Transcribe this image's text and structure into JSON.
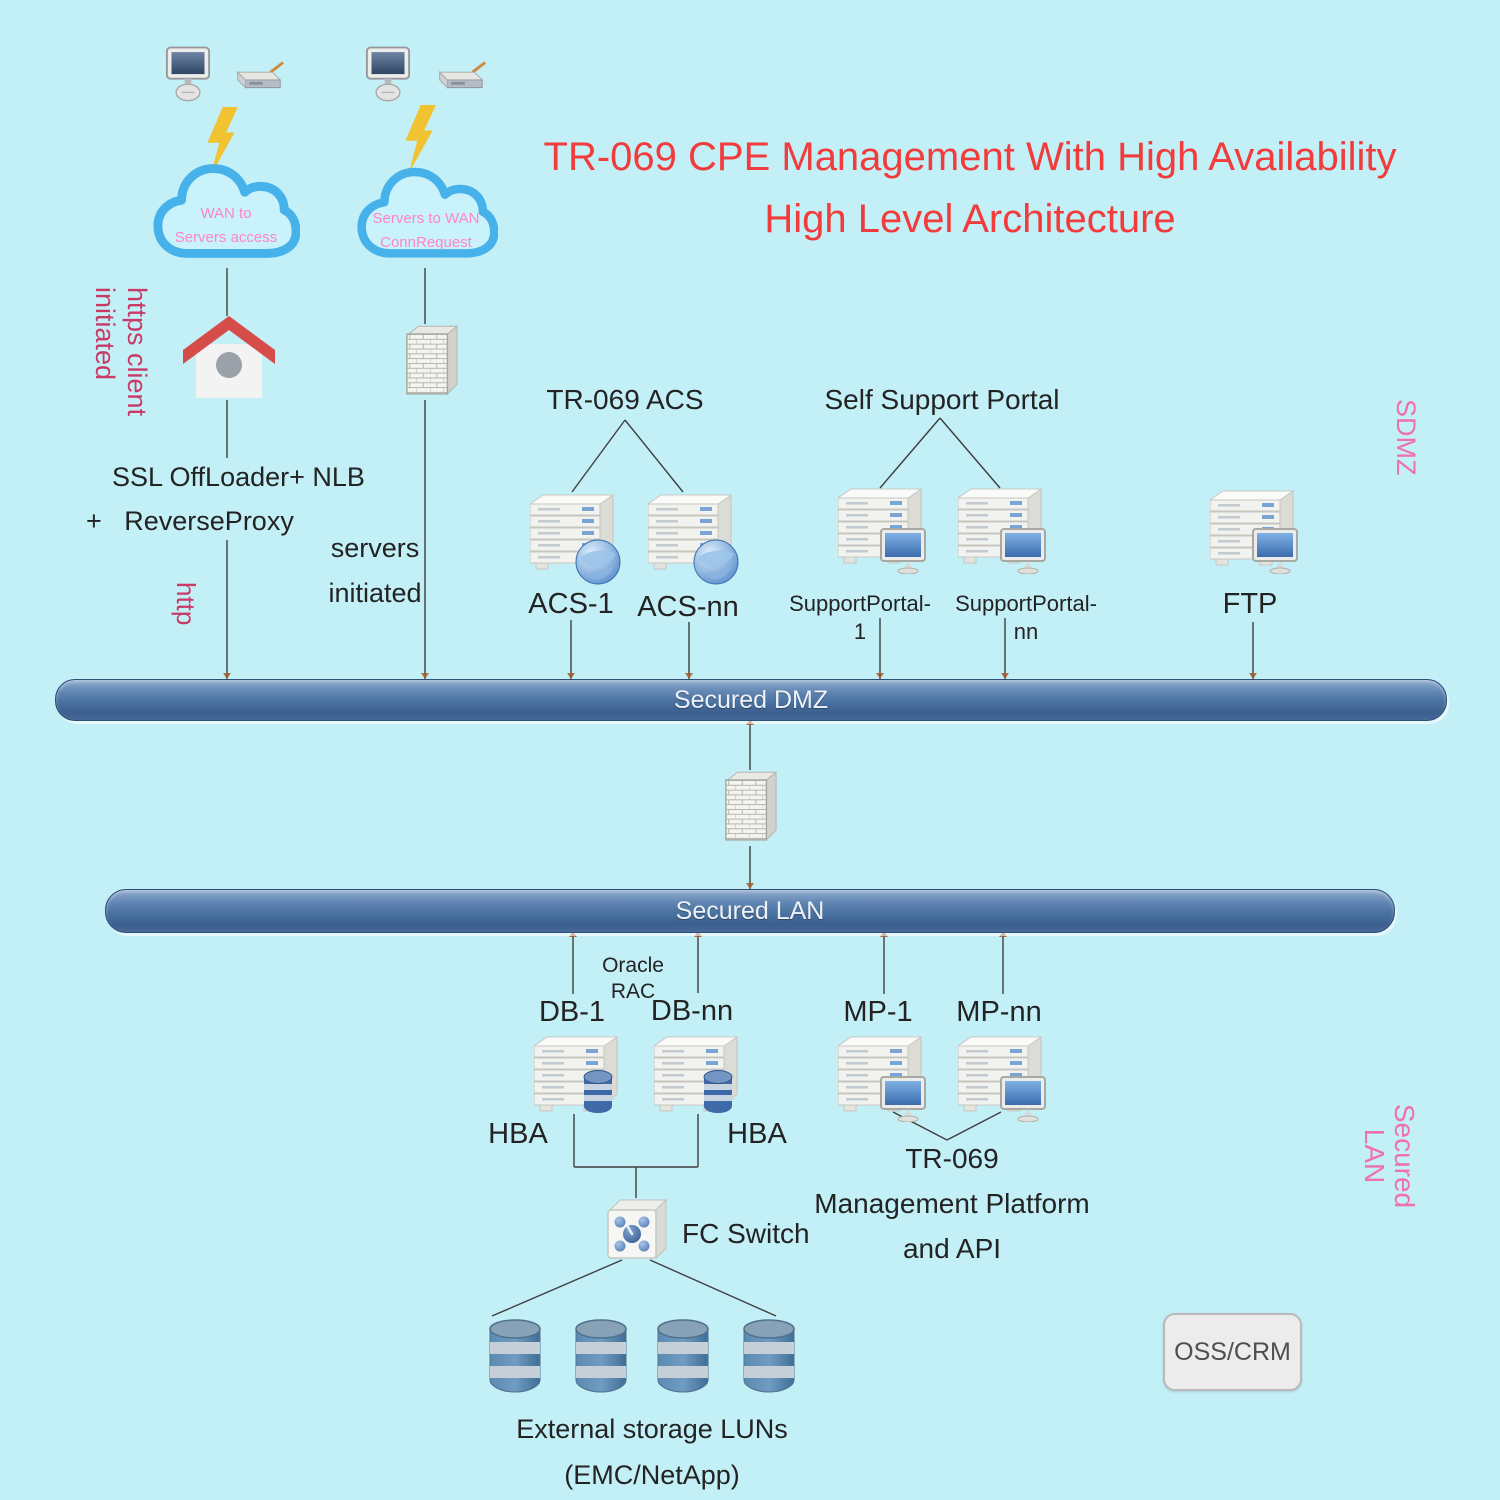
{
  "title": {
    "line1": "TR-069 CPE Management With High Availability",
    "line2": "High Level Architecture"
  },
  "clouds": {
    "wan_access": {
      "line1": "WAN to",
      "line2": "Servers access"
    },
    "conn_request": {
      "line1": "Servers to WAN",
      "line2": "ConnRequest"
    }
  },
  "annotations": {
    "https_client_line1": "https client",
    "https_client_line2": "initiated",
    "http": "http",
    "ssl_line1": "SSL OffLoader+ NLB",
    "ssl_line2": "+   ReverseProxy",
    "servers_initiated_line1": "servers",
    "servers_initiated_line2": "initiated",
    "sdmz": "SDMZ",
    "secured_lan_side": "Secured LAN",
    "oracle_rac": "Oracle RAC",
    "hba_left": "HBA",
    "hba_right": "HBA",
    "fc_switch": "FC Switch",
    "mp_caption_line1": "TR-069",
    "mp_caption_line2": "Management Platform",
    "mp_caption_line3": "and API",
    "storage_caption_line1": "External storage LUNs",
    "storage_caption_line2": "(EMC/NetApp)"
  },
  "zones": {
    "dmz": "Secured DMZ",
    "lan": "Secured LAN"
  },
  "nodes": {
    "acs_group_label": "TR-069 ACS",
    "acs_1": "ACS-1",
    "acs_nn": "ACS-nn",
    "portal_group_label": "Self Support Portal",
    "portal_1": "SupportPortal-1",
    "portal_nn": "SupportPortal-nn",
    "ftp": "FTP",
    "db_1": "DB-1",
    "db_nn": "DB-nn",
    "mp_1": "MP-1",
    "mp_nn": "MP-nn",
    "oss_crm": "OSS/CRM"
  },
  "colors": {
    "background": "#c3eff7",
    "title_red": "#f23c3c",
    "accent_pink": "#f06fae",
    "accent_crimson": "#c93a66",
    "cloud_text_pink": "#ff85c8",
    "cloud_border_blue": "#47b2ea",
    "bar_blue": "#46699a",
    "bar_text": "#edf2f8",
    "connector_line": "#3f3f3f"
  }
}
